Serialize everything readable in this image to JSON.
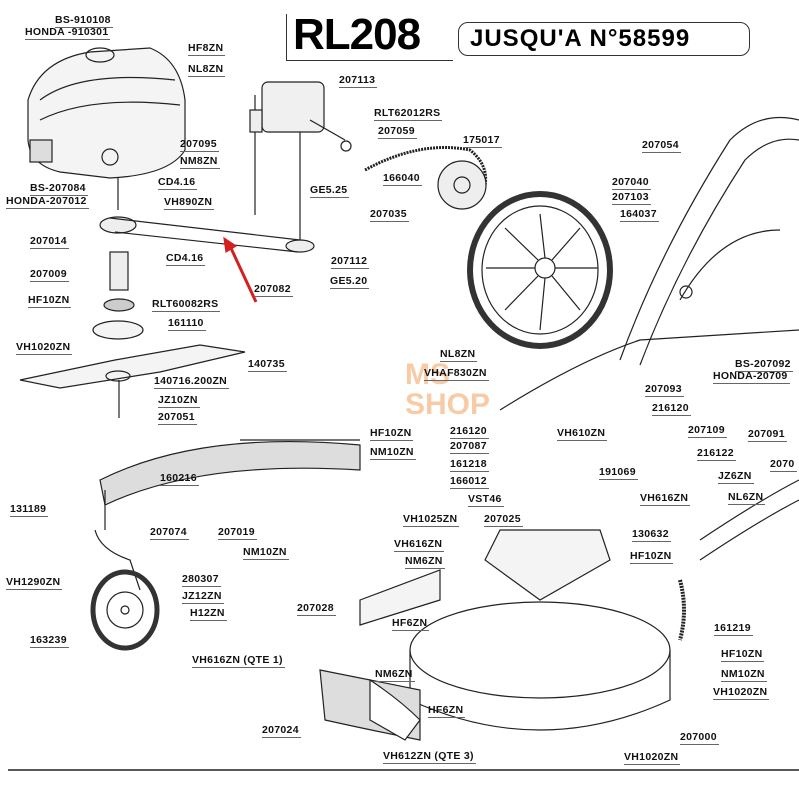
{
  "header": {
    "model": "RL208",
    "serial_note": "JUSQU'A N°58599"
  },
  "watermark": {
    "line1": "MS",
    "line2": "SHOP",
    "color": "#f08c3c"
  },
  "arrow_color": "#d42020",
  "labels": [
    "BS-910108",
    "HONDA -910301",
    "HF8ZN",
    "NL8ZN",
    "207113",
    "RLT62012RS",
    "207059",
    "175017",
    "207054",
    "207095",
    "NM8ZN",
    "166040",
    "207040",
    "207103",
    "164037",
    "BS-207084",
    "HONDA-207012",
    "CD4.16",
    "GE5.25",
    "VH890ZN",
    "207035",
    "207014",
    "CD4.16",
    "207112",
    "207009",
    "GE5.20",
    "207082",
    "HF10ZN",
    "RLT60082RS",
    "161110",
    "VH1020ZN",
    "140735",
    "NL8ZN",
    "VHAF830ZN",
    "BS-207092",
    "HONDA-20709",
    "140716.200ZN",
    "207093",
    "JZ10ZN",
    "216120",
    "207051",
    "207109",
    "207091",
    "HF10ZN",
    "NM10ZN",
    "216120",
    "207087",
    "161218",
    "166012",
    "VST46",
    "VH610ZN",
    "216122",
    "160216",
    "191069",
    "2070",
    "JZ6ZN",
    "VH616ZN",
    "NL6ZN",
    "131189",
    "VH1025ZN",
    "207025",
    "207074",
    "207019",
    "NM10ZN",
    "VH616ZN",
    "NM6ZN",
    "130632",
    "HF10ZN",
    "VH1290ZN",
    "280307",
    "JZ12ZN",
    "H12ZN",
    "207028",
    "HF6ZN",
    "161219",
    "163239",
    "HF10ZN",
    "VH616ZN  (QTE 1)",
    "NM10ZN",
    "NM6ZN",
    "VH1020ZN",
    "HF6ZN",
    "207024",
    "207000",
    "VH612ZN  (QTE 3)",
    "VH1020ZN"
  ]
}
